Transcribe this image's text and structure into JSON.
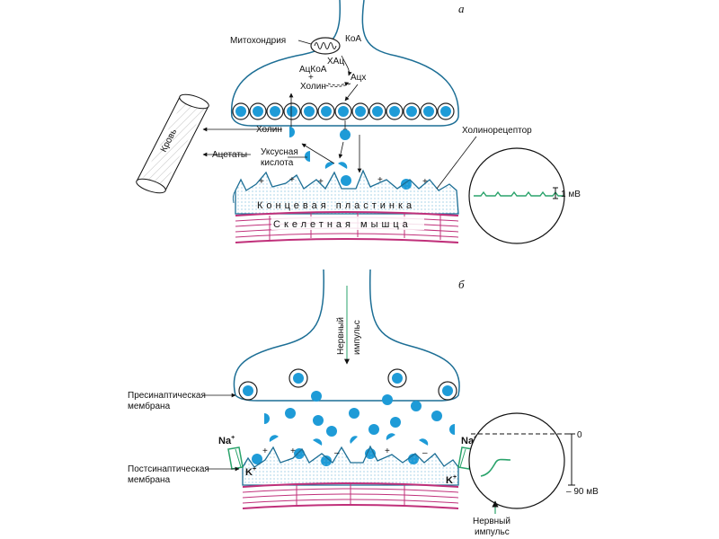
{
  "colors": {
    "accent": "#1e9bd7",
    "outline": "#1c6e95",
    "muscle": "#c0307a",
    "plate": "#bfe3f2",
    "trace": "#2aa36b",
    "ink": "#111111"
  },
  "panel_a": {
    "letter": "а",
    "mitochondria": "Митохондрия",
    "coa": "КоА",
    "chac": "ХАц",
    "acetyl_coa": "АцКоА",
    "plus": "+",
    "choline_top": "Холин",
    "ach": "Ацх",
    "choline": "Холин",
    "acetates": "Ацетаты",
    "acetic_acid_line1": "Уксусная",
    "acetic_acid_line2": "кислота",
    "blood": "Кровь",
    "cholinoreceptor": "Холинорецептор",
    "end_plate": "Концевая пластинка",
    "skeletal_muscle": "Скелетная мышца",
    "scale": "1 мВ"
  },
  "panel_b": {
    "letter": "б",
    "nerve_impulse_line1": "Нервный",
    "nerve_impulse_line2": "импульс",
    "presynaptic_line1": "Пресинаптическая",
    "presynaptic_line2": "мембрана",
    "postsynaptic_line1": "Постсинаптическая",
    "postsynaptic_line2": "мембрана",
    "na": "Na",
    "k": "K",
    "plus": "+",
    "zero": "0",
    "minus90": "– 90 мВ",
    "bottom_impulse_line1": "Нервный",
    "bottom_impulse_line2": "импульс"
  }
}
